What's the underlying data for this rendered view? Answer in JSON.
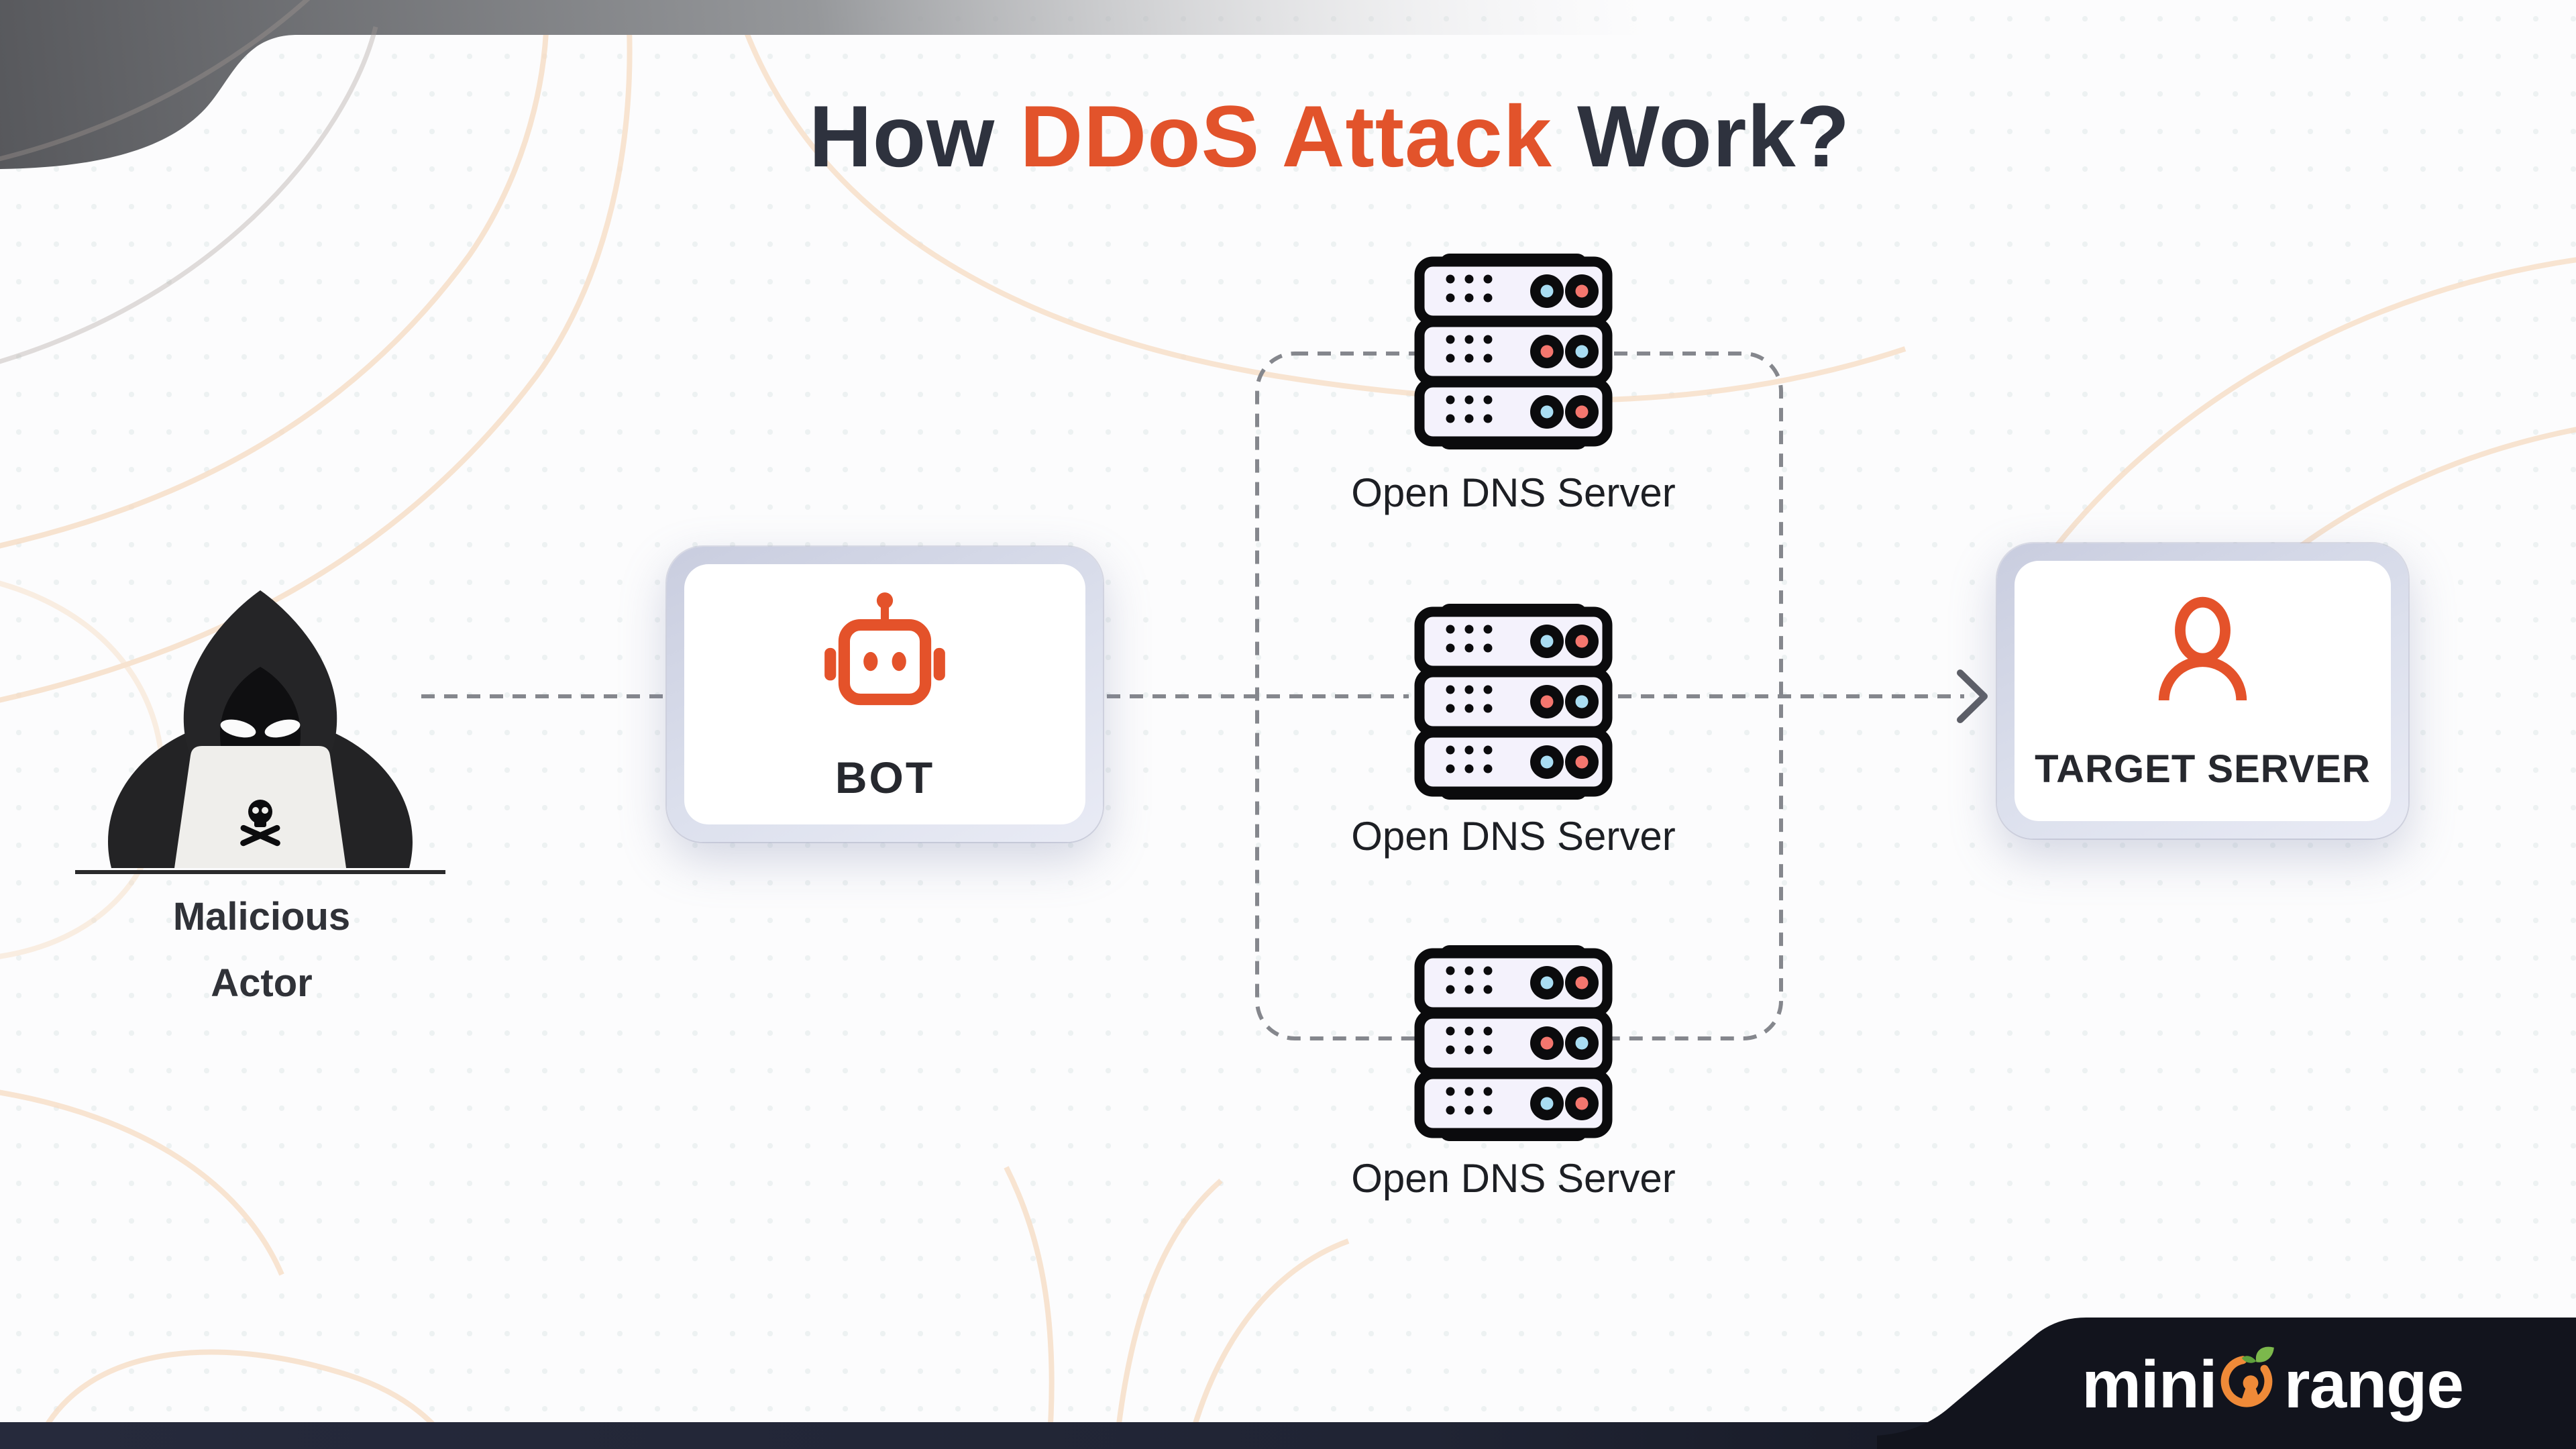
{
  "title": {
    "pre": "How ",
    "highlight": "DDoS Attack",
    "post": " Work?"
  },
  "actor": {
    "line1": "Malicious",
    "line2": "Actor"
  },
  "bot": {
    "label": "BOT"
  },
  "dns": {
    "labels": [
      "Open DNS Server",
      "Open DNS Server",
      "Open DNS Server"
    ]
  },
  "target": {
    "label": "TARGET SERVER"
  },
  "logo": {
    "pre": "mini",
    "post": "range"
  },
  "colors": {
    "accent_orange": "#e2532b",
    "text_dark": "#2e323e",
    "dash_gray": "#85878d",
    "server_fill": "#f4f2fc",
    "led_blue": "#a9ddf3",
    "led_red": "#f4766e",
    "card_ring": "#ccd0e2",
    "bottom_band_navy": "#232638",
    "corner_black": "#12141d",
    "bg_curve_peach": "#f6ddc5"
  }
}
